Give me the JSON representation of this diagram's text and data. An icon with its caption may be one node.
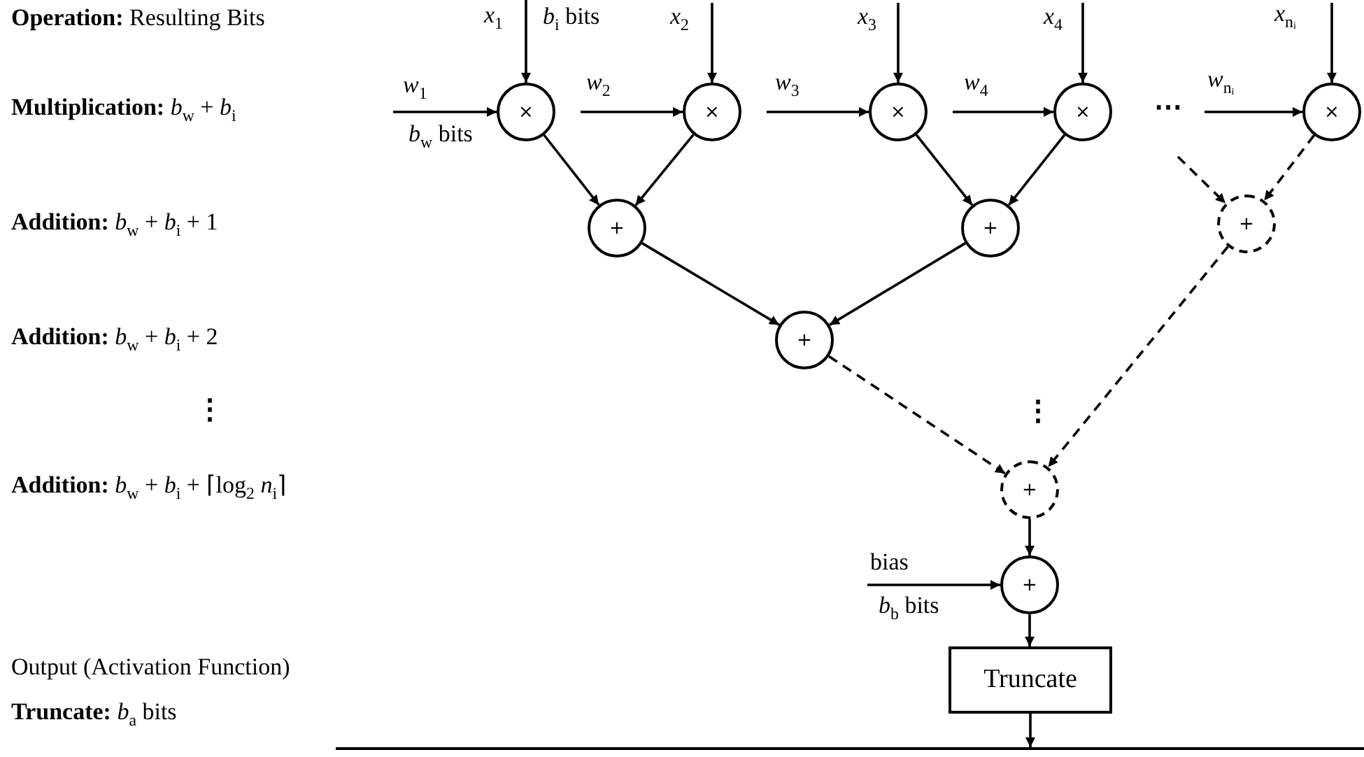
{
  "diagram": {
    "nodes": [
      {
        "text": [
          "×"
        ]
      },
      {
        "text": [
          "×"
        ]
      },
      {
        "text": [
          "×"
        ]
      },
      {
        "text": [
          "×"
        ]
      },
      {
        "text": [
          "×"
        ]
      },
      {
        "text": [
          "+"
        ]
      },
      {
        "text": [
          "+"
        ]
      },
      {
        "text": [
          "+"
        ]
      },
      {
        "text": [
          "+"
        ]
      },
      {
        "text": [
          "+"
        ]
      },
      {
        "text": [
          "+"
        ]
      },
      {
        "text": [
          "Truncate"
        ]
      },
      {
        "text": [],
        "shape": "bar"
      }
    ],
    "edges": [
      {
        "from": null,
        "to": 0,
        "arrow": "to",
        "label": "*x*$_{1}$"
      },
      {
        "from": null,
        "to": 1,
        "arrow": "to",
        "label": "*x*$_{2}$"
      },
      {
        "from": null,
        "to": 2,
        "arrow": "to",
        "label": "*x*$_{3}$"
      },
      {
        "from": null,
        "to": 3,
        "arrow": "to",
        "label": "*x*$_{4}$"
      },
      {
        "from": null,
        "to": 4,
        "arrow": "to",
        "label": "*x*$_{nᵢ}$"
      },
      {
        "from": null,
        "to": 0,
        "arrow": "to",
        "label": "*w*$_{1}$"
      },
      {
        "from": null,
        "to": 1,
        "arrow": "to",
        "label": "*w*$_{2}$"
      },
      {
        "from": null,
        "to": 2,
        "arrow": "to",
        "label": "*w*$_{3}$"
      },
      {
        "from": null,
        "to": 3,
        "arrow": "to",
        "label": "*w*$_{4}$"
      },
      {
        "from": null,
        "to": 4,
        "arrow": "to",
        "label": "*w*$_{nᵢ}$"
      },
      {
        "from": 0,
        "to": 5,
        "arrow": "to"
      },
      {
        "from": 1,
        "to": 5,
        "arrow": "to"
      },
      {
        "from": 2,
        "to": 6,
        "arrow": "to"
      },
      {
        "from": 3,
        "to": 6,
        "arrow": "to"
      },
      {
        "from": null,
        "to": 7,
        "arrow": "to",
        "style": "dashed"
      },
      {
        "from": 4,
        "to": 7,
        "arrow": "to",
        "style": "dashed"
      },
      {
        "from": 5,
        "to": 8,
        "arrow": "to"
      },
      {
        "from": 6,
        "to": 8,
        "arrow": "to"
      },
      {
        "from": 8,
        "to": 9,
        "arrow": "to",
        "style": "dashed"
      },
      {
        "from": 7,
        "to": 9,
        "arrow": "to",
        "style": "dashed"
      },
      {
        "from": 9,
        "to": 10,
        "arrow": "to"
      },
      {
        "from": null,
        "to": 10,
        "arrow": "to",
        "label": "bias"
      },
      {
        "from": 10,
        "to": 11,
        "arrow": "to"
      },
      {
        "from": 11,
        "to": 12,
        "arrow": "to"
      }
    ],
    "labels": [
      "**Operation:** Resulting Bits",
      "**Multiplication:** *b*$_{w}$ + *b*$_{i}$",
      "**Addition:** *b*$_{w}$ + *b*$_{i}$ + 1",
      "**Addition:** *b*$_{w}$ + *b*$_{i}$ + 2",
      "⋮",
      "**Addition:** *b*$_{w}$ + *b*$_{i}$ + ⌈log$_{2}$ *n*$_{i}$⌉",
      "Output (Activation Function)",
      "**Truncate:** *b*$_{a}$ bits",
      "*b*$_{i}$ bits",
      "*b*$_{w}$ bits",
      "⋯",
      "⋮",
      "*b*$_{b}$ bits"
    ]
  }
}
